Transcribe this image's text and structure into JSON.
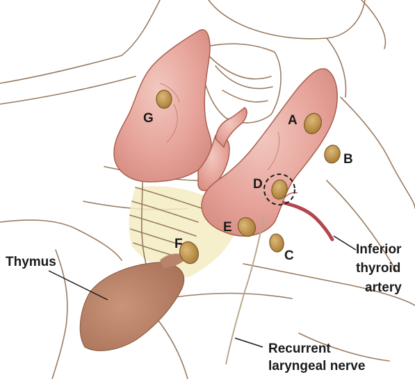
{
  "labels": {
    "gland_a": "A",
    "gland_b": "B",
    "gland_c": "C",
    "gland_d": "D",
    "gland_e": "E",
    "gland_f": "F",
    "gland_g": "G",
    "thymus": "Thymus",
    "artery_line1": "Inferior",
    "artery_line2": "thyroid",
    "artery_line3": "artery",
    "nerve_line1": "Recurrent",
    "nerve_line2": "laryngeal nerve"
  },
  "colors": {
    "thyroid_fill": "#e6a39a",
    "thyroid_stroke": "#a8604f",
    "parathyroid_fill": "#c79a4d",
    "parathyroid_stroke": "#7a5a25",
    "thymus_fill": "#b9836a",
    "artery": "#b4454d",
    "trachea_tint": "#f3ecc3",
    "outline": "#9a7b5f"
  }
}
